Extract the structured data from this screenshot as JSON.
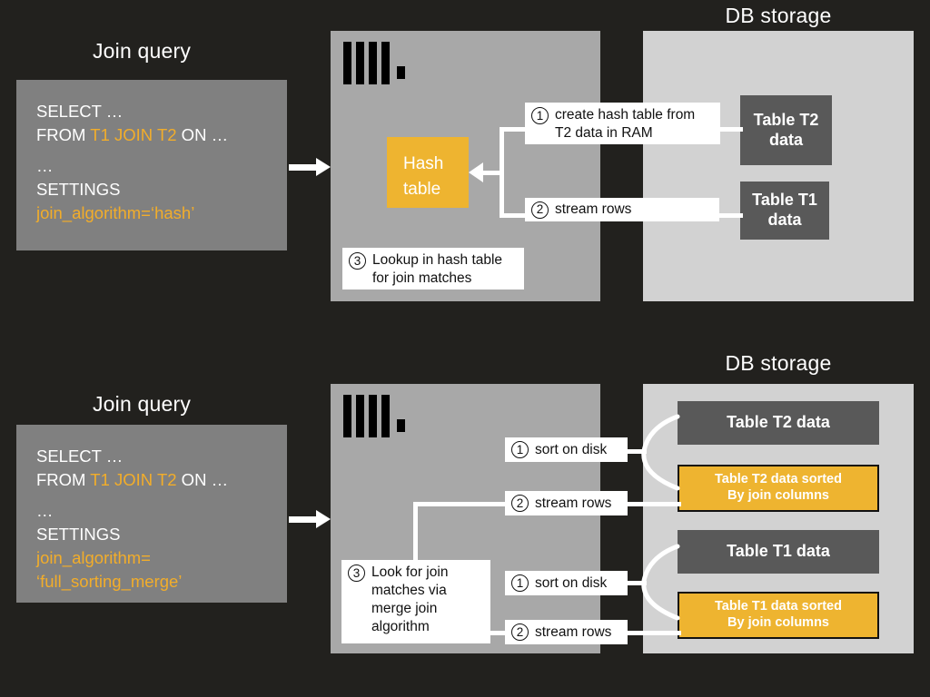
{
  "meta": {
    "background_color": "#22211e",
    "accent_color": "#f2ad2a",
    "engine_panel_color": "#a8a8a8",
    "storage_panel_color": "#d2d2d2",
    "table_box_color": "#595959",
    "query_box_color": "#808080"
  },
  "top": {
    "query_heading": "Join query",
    "storage_heading": "DB storage",
    "query": {
      "line1": "SELECT …",
      "line2_prefix": "FROM ",
      "line2_highlight": "T1 JOIN T2",
      "line2_suffix": " ON …",
      "line3": "…",
      "line4": "SETTINGS",
      "line5": "join_algorithm=‘hash’"
    },
    "hash_box": {
      "line1": "Hash",
      "line2": "table"
    },
    "callouts": [
      {
        "num": "1",
        "text": "create hash table from\nT2 data in RAM"
      },
      {
        "num": "2",
        "text": "stream rows"
      },
      {
        "num": "3",
        "text": "Lookup in hash table\nfor join matches"
      }
    ],
    "storage_tables": [
      {
        "label": "Table T2\ndata",
        "kind": "raw"
      },
      {
        "label": "Table T1\ndata",
        "kind": "raw"
      }
    ]
  },
  "bottom": {
    "query_heading": "Join query",
    "storage_heading": "DB storage",
    "query": {
      "line1": "SELECT …",
      "line2_prefix": "FROM ",
      "line2_highlight": "T1 JOIN T2",
      "line2_suffix": " ON …",
      "line3": "…",
      "line4": "SETTINGS",
      "line5": "join_algorithm=",
      "line6": "‘full_sorting_merge’"
    },
    "callouts": [
      {
        "num": "1",
        "text": "sort on disk"
      },
      {
        "num": "2",
        "text": "stream rows"
      },
      {
        "num": "3",
        "text": "Look for join\nmatches via\nmerge join\nalgorithm"
      },
      {
        "num": "1",
        "text": "sort on disk"
      },
      {
        "num": "2",
        "text": "stream rows"
      }
    ],
    "storage_tables": [
      {
        "label": "Table T2 data",
        "kind": "raw"
      },
      {
        "label": "Table T2 data sorted\nBy join columns",
        "kind": "sorted"
      },
      {
        "label": "Table T1 data",
        "kind": "raw"
      },
      {
        "label": "Table T1 data sorted\nBy join columns",
        "kind": "sorted"
      }
    ]
  }
}
